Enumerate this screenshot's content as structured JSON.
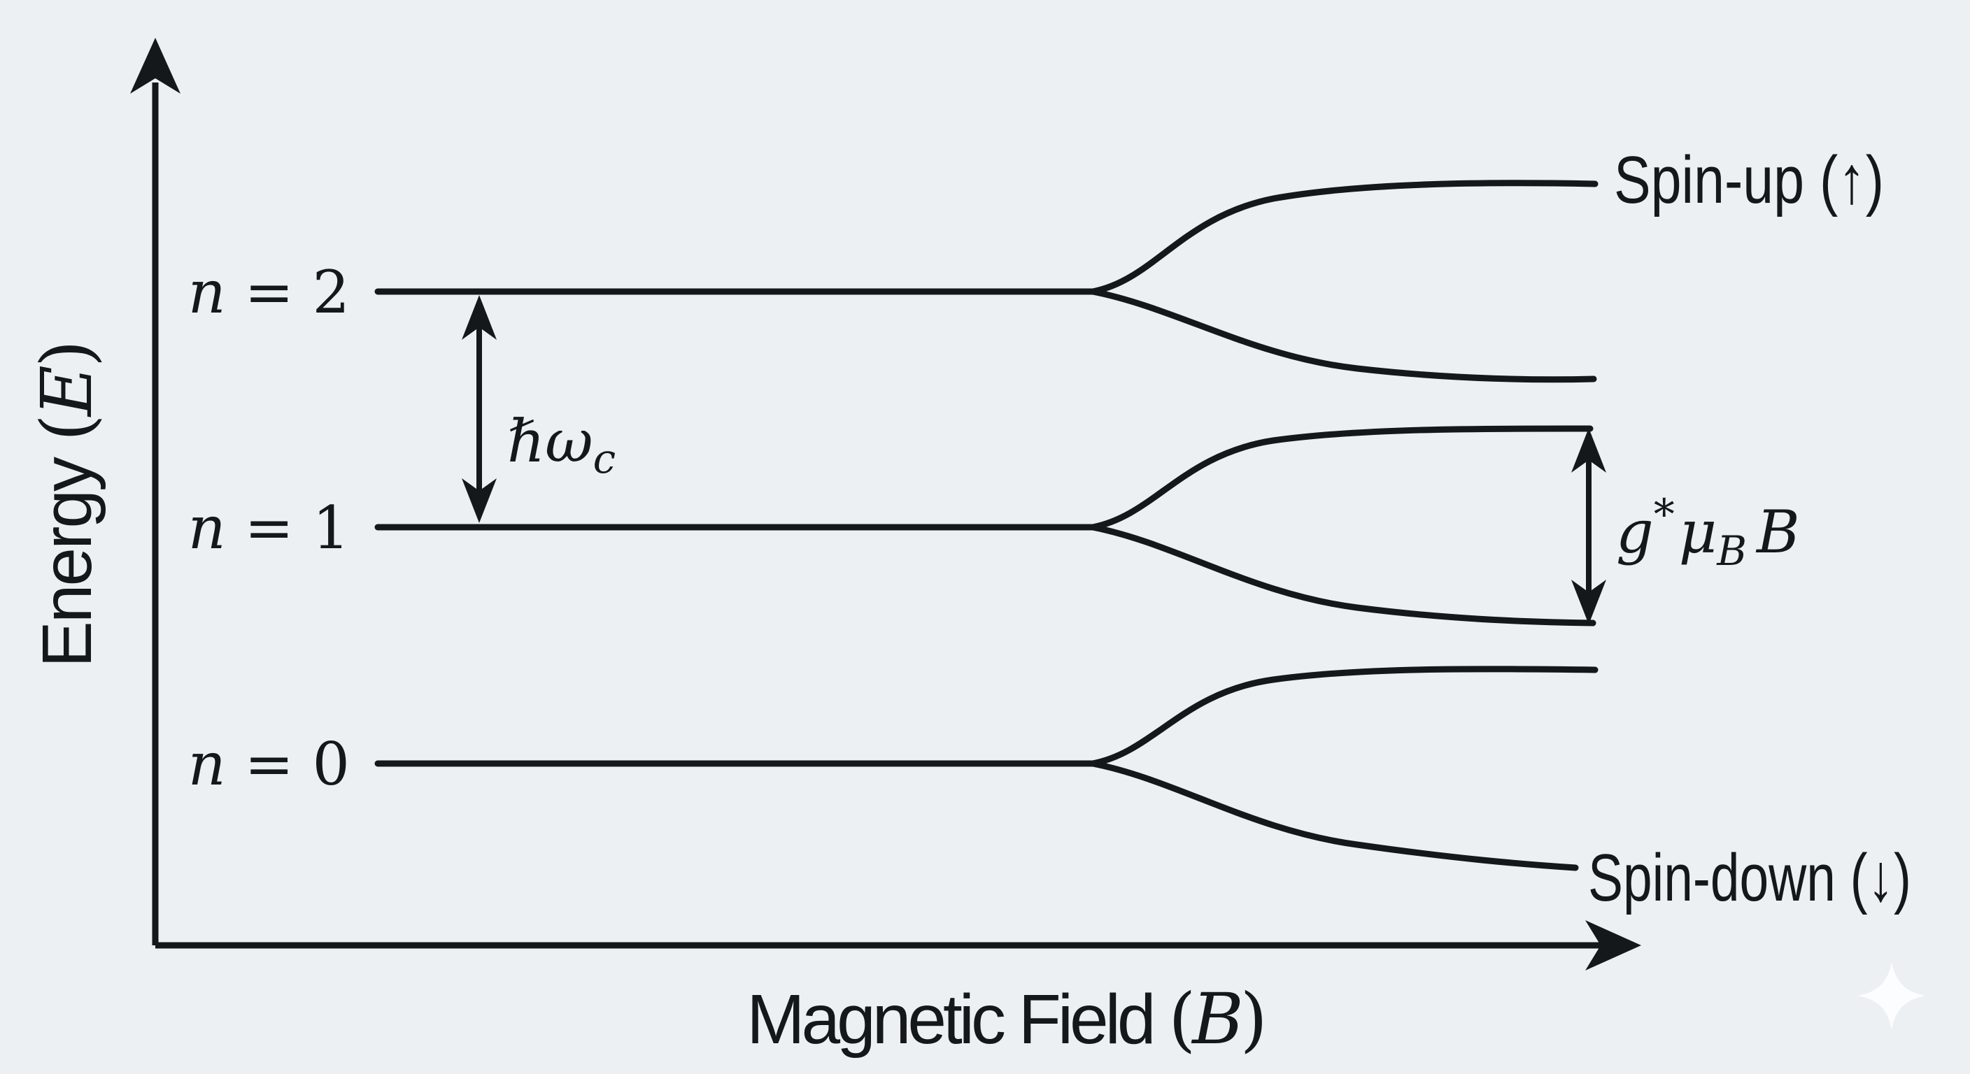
{
  "figure": {
    "background_color": "#edf0f2",
    "ink_color": "#15181a",
    "sparkle_color": "#fbfdfe",
    "y_axis": {
      "prefix": "Energy ",
      "open": "(",
      "symbol": "E",
      "close": ")"
    },
    "x_axis": {
      "prefix": "Magnetic Field ",
      "open": "(",
      "symbol": "B",
      "close": ")"
    },
    "levels": {
      "n2": {
        "symbol": "n",
        "rest": " = 2"
      },
      "n1": {
        "symbol": "n",
        "rest": " = 1"
      },
      "n0": {
        "symbol": "n",
        "rest": " = 0"
      }
    },
    "gaps": {
      "cyclotron": {
        "base": "ℏω",
        "sub": "c"
      },
      "zeeman": {
        "coeff": "g",
        "sup": "*",
        "mu": "μ",
        "sub": "B",
        "field": "B"
      }
    },
    "branch_labels": {
      "spin_up": "Spin-up (↑)",
      "spin_down": "Spin-down (↓)"
    }
  }
}
